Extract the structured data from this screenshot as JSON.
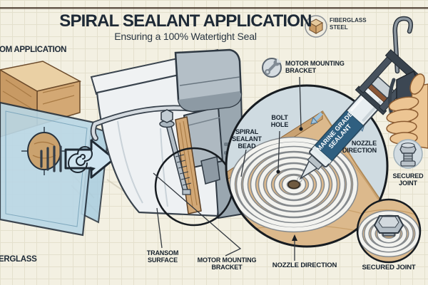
{
  "header": {
    "title": "SPIRAL SEALANT APPLICATION",
    "subtitle": "Ensuring a 100% Watertight Seal",
    "legend": {
      "material_1": "FIBERGLASS",
      "material_2": "STEEL"
    }
  },
  "left_section": {
    "section_title_visible": "OM APPLICATION",
    "material_label_visible": "ERGLASS"
  },
  "diagram": {
    "transom_surface": "TRANSOM SURFACE",
    "motor_mounting_bracket_top": "MOTOR MOUNTING BRACKET",
    "motor_mounting_bracket_bottom": "MOTOR MOUNTING BRACKET",
    "spiral_sealant_bead": "SPIRAL SEALANT BEAD",
    "bolt_hole": "BOLT HOLE",
    "nozzle_direction_right": "NOZZLE DIRECTION",
    "nozzle_direction_bottom": "NOZZLE DIRECTION",
    "secured_joint_right": "SECURED JOINT",
    "secured_joint_bottom": "SECURED JOINT",
    "tube_label": "MARINE GRADE SEALANT"
  },
  "colors": {
    "background": "#f3f0e2",
    "grid_line": "#e4e0cd",
    "title_text": "#1d2936",
    "label_text": "#16212c",
    "wood": "#dcb98c",
    "fiberglass_blue": "#b9d7e6",
    "sealant_bead": "#f3f3ef",
    "tube_band_blue": "#2f5f80",
    "arrow_blue": "#9cc2de",
    "metal_gray": "#b4bfc7"
  }
}
